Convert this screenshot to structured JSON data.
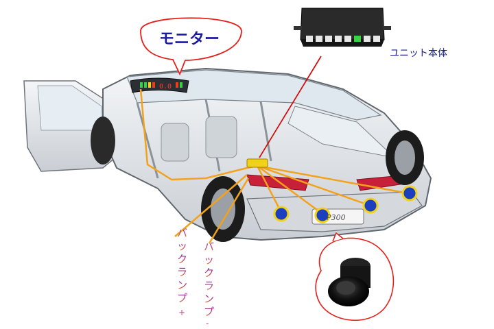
{
  "labels": {
    "monitor": "モニター",
    "unit": "ユニット本体",
    "back_lamp_plus": [
      "バ",
      "ッ",
      "ク",
      "ラ",
      "ン",
      "プ",
      "+"
    ],
    "back_lamp_minus": [
      "バ",
      "ッ",
      "ク",
      "ラ",
      "ン",
      "プ",
      "-"
    ],
    "car_badge": "P300"
  },
  "monitor_display": "0.0",
  "colors": {
    "callout_bubble": "#e3201b",
    "unit_label": "#1a1a8c",
    "monitor_label": "#1a1aa0",
    "wire": "#f2a21c",
    "pointer": "#d01010",
    "sensor": "#1b3fbf",
    "sensor_ring": "#f0d21a",
    "lamp_text_top": "#7a1fa0",
    "lamp_text_bottom": "#e88a10"
  },
  "icons": {
    "control-unit": "control-unit-icon",
    "sensor": "parking-sensor-icon",
    "monitor": "led-monitor-icon"
  }
}
